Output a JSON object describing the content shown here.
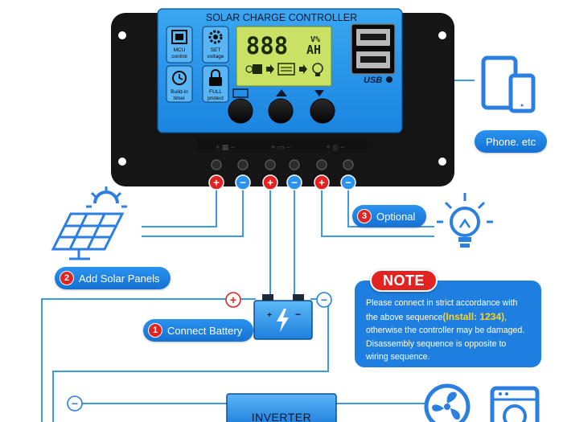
{
  "controller": {
    "title": "SOLAR CHARGE CONTROLLER",
    "buttons_left": [
      {
        "label_line1": "MCU",
        "label_line2": "control",
        "icon": "chip-icon"
      },
      {
        "label_line1": "SET",
        "label_line2": "voltage",
        "icon": "gear-icon"
      },
      {
        "label_line1": "Build-in",
        "label_line2": "timer",
        "icon": "clock-icon"
      },
      {
        "label_line1": "FULL",
        "label_line2": "protect",
        "icon": "lock-icon"
      }
    ],
    "display": {
      "digits": "888",
      "unit_top": "V%",
      "unit_bottom": "AH"
    },
    "usb_label": "USB",
    "terminal_signs": [
      "+",
      "−",
      "+",
      "−",
      "+",
      "−"
    ]
  },
  "labels": {
    "phone": "Phone. etc",
    "optional": {
      "num": "3",
      "text": "Optional"
    },
    "solar": {
      "num": "2",
      "text": "Add Solar Panels"
    },
    "battery": {
      "num": "1",
      "text": "Connect Battery"
    }
  },
  "note": {
    "badge": "NOTE",
    "line1": "Please connect in strict accordance with",
    "line2_pre": "the above sequence",
    "line2_highlight": "(Install: 1234)",
    "line2_post": ",",
    "line3": "otherwise the controller may be damaged.",
    "line4": "Disassembly sequence is opposite to",
    "line5": "wiring sequence."
  },
  "inverter": {
    "label": "INVERTER"
  },
  "colors": {
    "accent": "#1f7fe0",
    "red": "#e32222",
    "wire": "#3a9be8",
    "lcd": "#c9e265",
    "body": "#1a1a1a"
  }
}
